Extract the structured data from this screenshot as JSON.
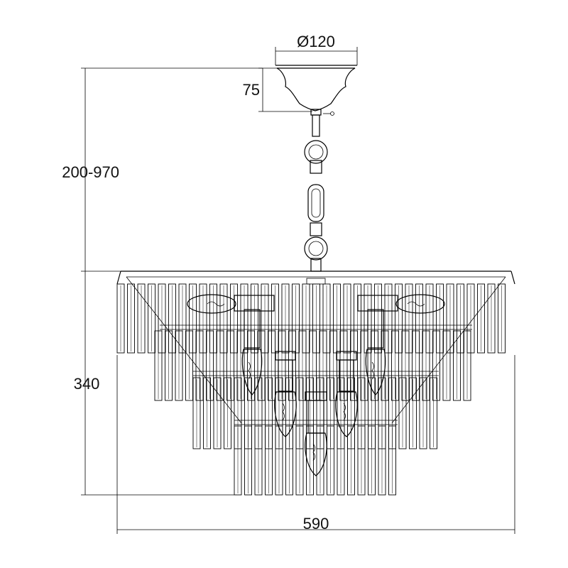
{
  "dimensions": {
    "canopy_diameter": "Ø120",
    "canopy_height": "75",
    "suspension_length": "200-970",
    "body_height": "340",
    "body_width": "590"
  },
  "colors": {
    "line": "#000000",
    "background": "#ffffff"
  }
}
